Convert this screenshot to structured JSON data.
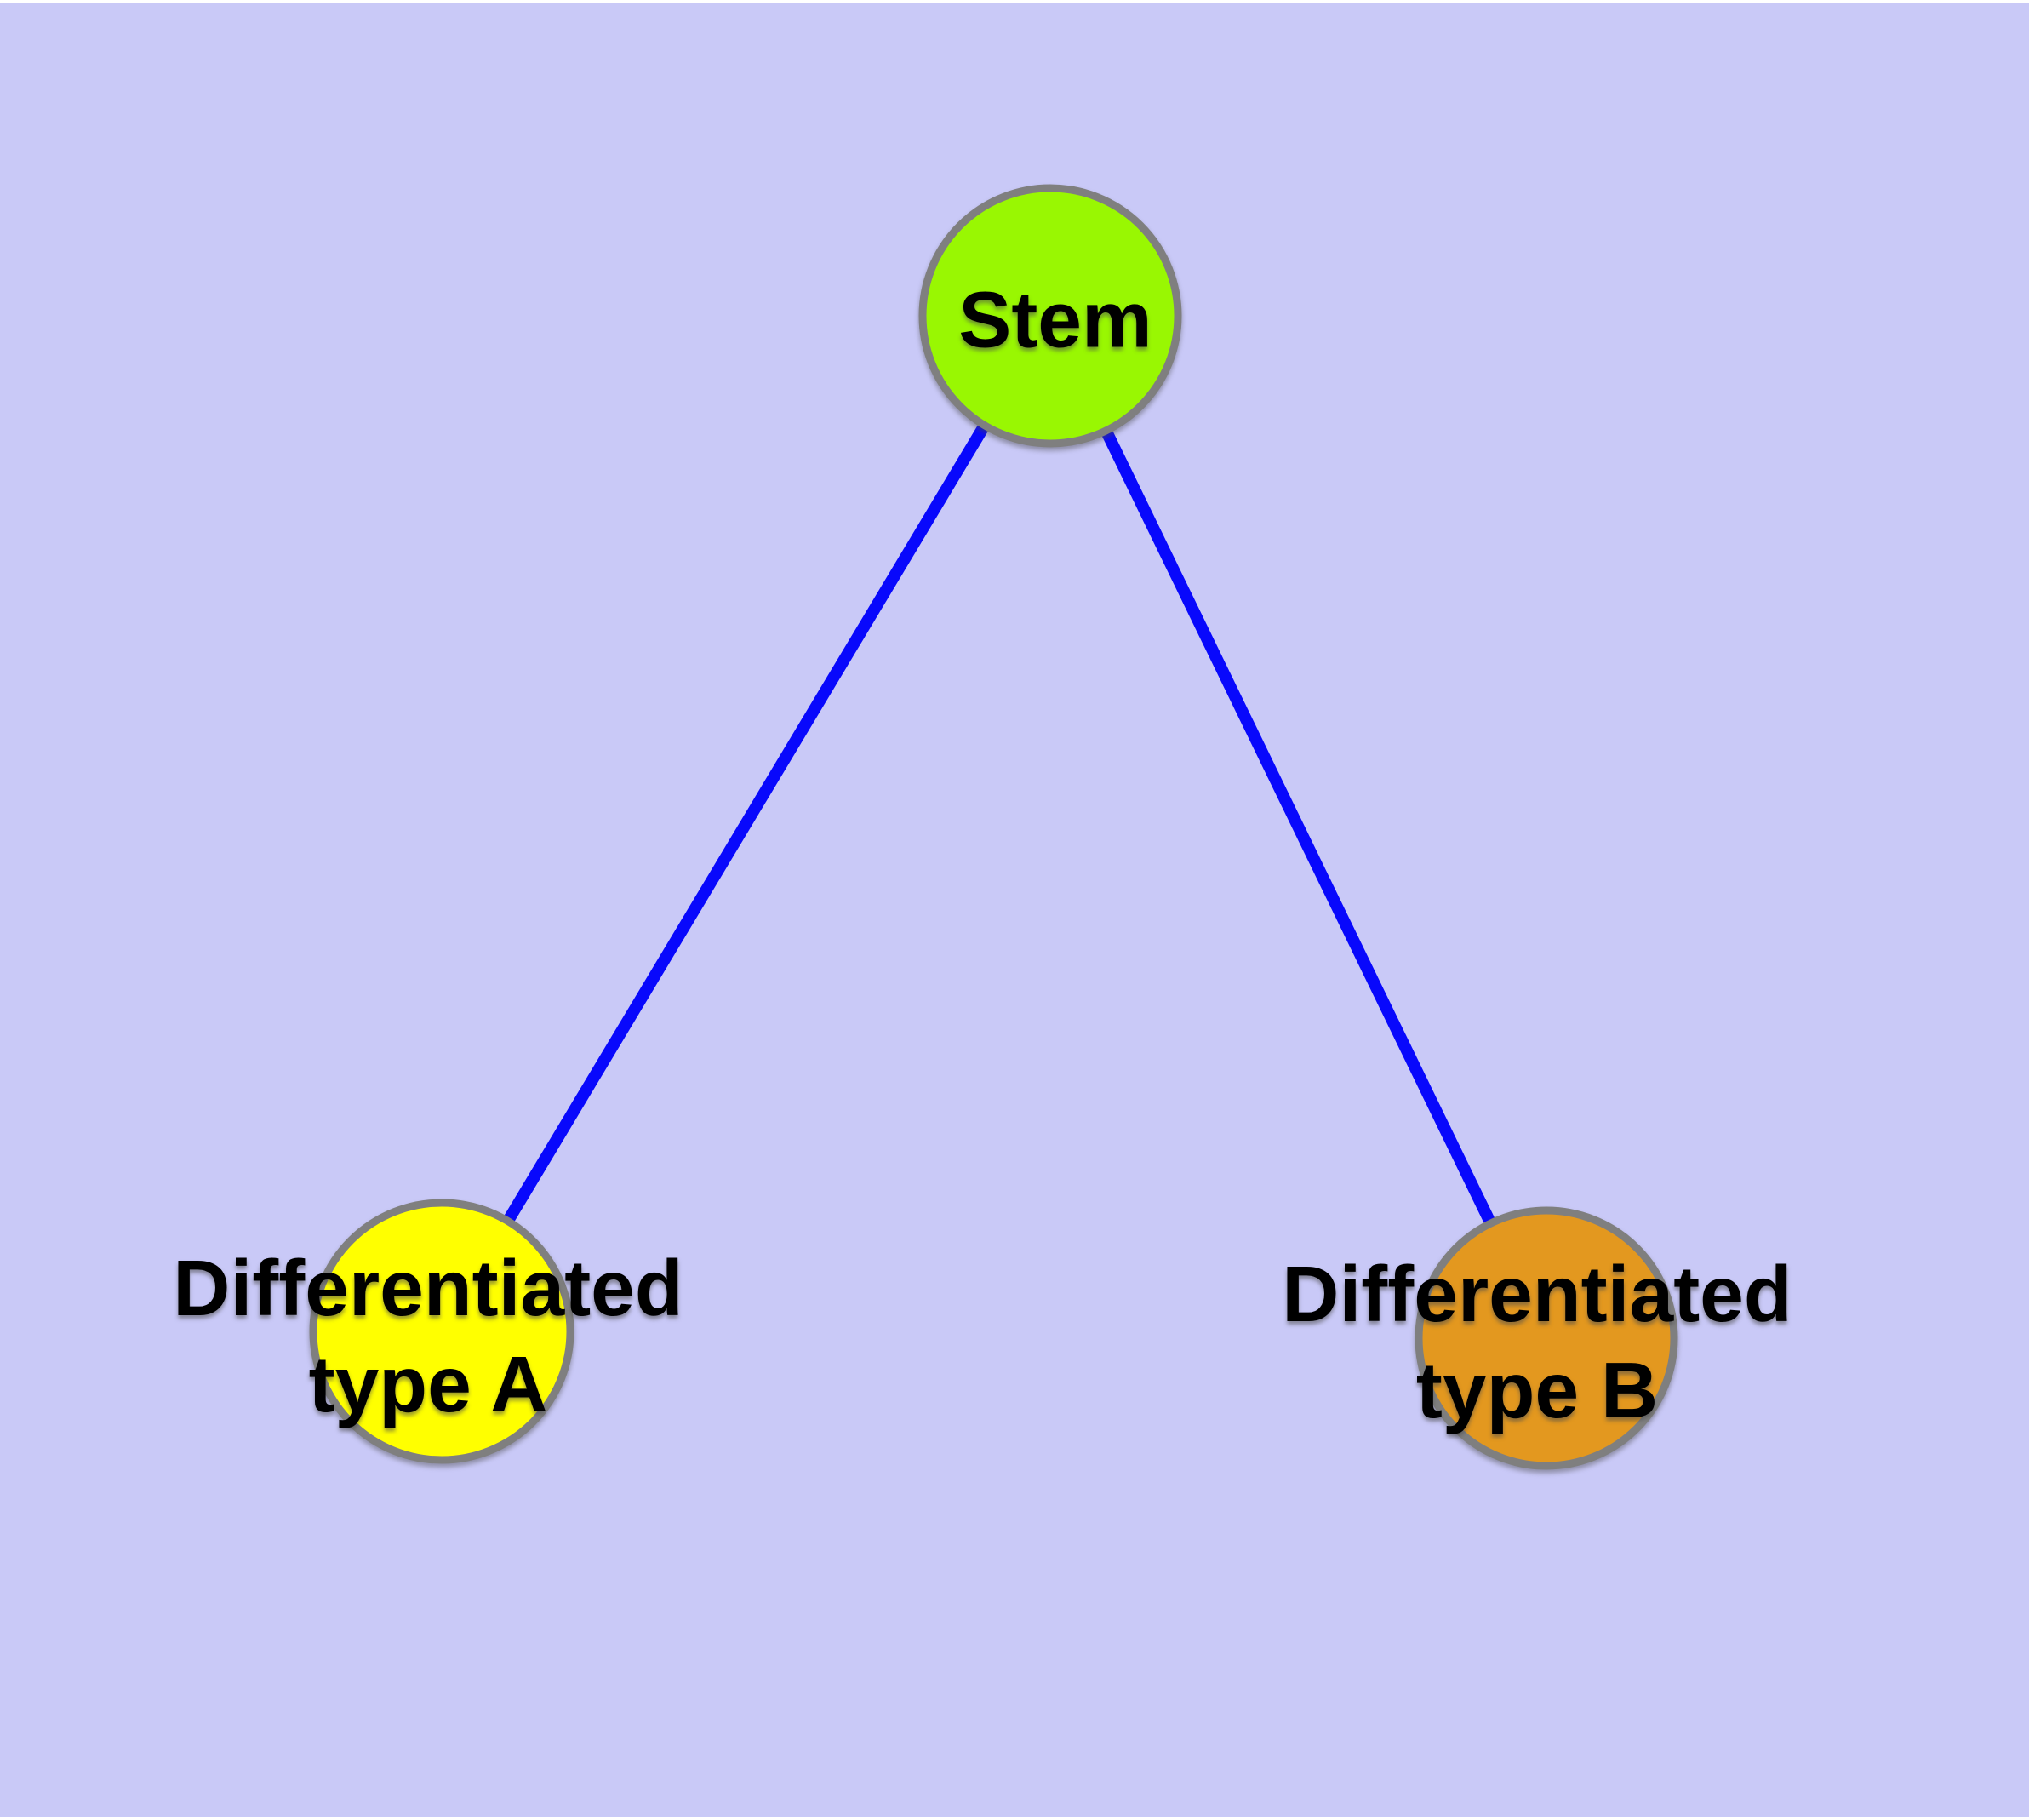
{
  "colors": {
    "background": "#c9c9f7",
    "page_border": "#ffffff",
    "node_border": "#7f7f7f",
    "edge": "#0808fc"
  },
  "nodes": {
    "stem": {
      "label": "Stem",
      "fill": "#99f702"
    },
    "type_a": {
      "label": "Differentiated\ntype A",
      "fill": "#ffff00"
    },
    "type_b": {
      "label": "Differentiated\ntype B",
      "fill": "#e3981f"
    }
  },
  "edges": [
    {
      "from": "stem",
      "to": "type_a"
    },
    {
      "from": "stem",
      "to": "type_b"
    }
  ]
}
